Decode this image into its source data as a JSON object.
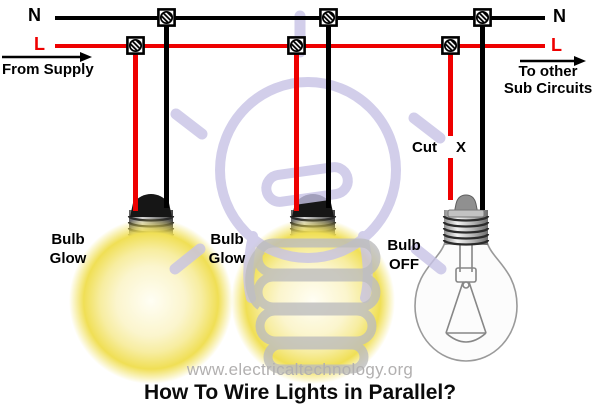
{
  "wiring": {
    "neutral_label_left": "N",
    "neutral_label_right": "N",
    "live_label_left": "L",
    "live_label_right": "L",
    "from_supply": "From Supply",
    "to_other_line1": "To other",
    "to_other_line2": "Sub Circuits",
    "cut_label": "Cut",
    "cut_mark": "X"
  },
  "bulbs": [
    {
      "line1": "Bulb",
      "line2": "Glow",
      "state": "on"
    },
    {
      "line1": "Bulb",
      "line2": "Glow",
      "state": "on"
    },
    {
      "line1": "Bulb",
      "line2": "OFF",
      "state": "off"
    }
  ],
  "watermark_url": "www.electricaltechnology.org",
  "title": "How To Wire Lights in Parallel?",
  "colors": {
    "live": "#ee0000",
    "neutral": "#000000",
    "glow_rim": "#f0df55",
    "watermark_purple": "#c7c3e6",
    "watermark_gray": "#bdbdbd"
  }
}
